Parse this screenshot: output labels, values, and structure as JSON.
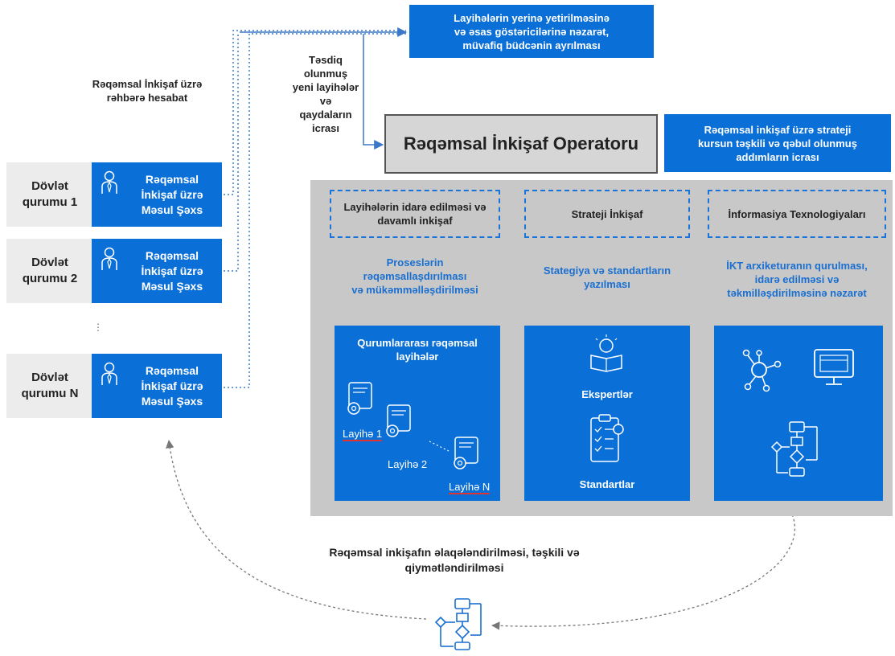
{
  "top_box": {
    "lines": [
      "Layihələrin yerinə yetirilməsinə",
      "və əsas göstəricilərinə nəzarət,",
      "müvafiq büdcənin ayrılması"
    ]
  },
  "report_label": {
    "lines": [
      "Rəqəmsal İnkişaf üzrə",
      "rəhbərə hesabat"
    ]
  },
  "approved_label": {
    "lines": [
      "Təsdiq",
      "olunmuş",
      "yeni layihələr",
      "və",
      "qaydaların",
      "icrası"
    ]
  },
  "operator": {
    "title": "Rəqəmsal İnkişaf Operatoru"
  },
  "strategy_box": {
    "lines": [
      "Rəqəmsal inkişaf üzrə strateji",
      "kursun təşkili və qəbul olunmuş",
      "addımların icrası"
    ]
  },
  "gov_rows": [
    {
      "org": [
        "Dövlət",
        "qurumu 1"
      ],
      "person": [
        "Rəqəmsal",
        "İnkişaf üzrə",
        "Məsul Şəxs"
      ]
    },
    {
      "org": [
        "Dövlət",
        "qurumu 2"
      ],
      "person": [
        "Rəqəmsal",
        "İnkişaf üzrə",
        "Məsul Şəxs"
      ]
    },
    {
      "org": [
        "Dövlət",
        "qurumu N"
      ],
      "person": [
        "Rəqəmsal",
        "İnkişaf üzrə",
        "Məsul Şəxs"
      ]
    }
  ],
  "ellipsis": "⋮",
  "columns": [
    {
      "header": [
        "Layihələrin idarə edilməsi və",
        "davamlı inkişaf"
      ],
      "title": [
        "Proseslərin",
        "rəqəmsallaşdırılması",
        "və mükəmməlləşdirilməsi"
      ],
      "panel_label": [
        "Qurumlararası rəqəmsal",
        "layihələr"
      ],
      "projects": [
        "Layihə 1",
        "Layihə 2",
        "Layihə N"
      ]
    },
    {
      "header": [
        "Strateji İnkişaf"
      ],
      "title": [
        "Stategiya və standartların",
        "yazılması"
      ],
      "experts": "Ekspertlər",
      "standards": "Standartlar"
    },
    {
      "header": [
        "İnformasiya Texnologiyaları"
      ],
      "title": [
        "İKT arxiketuranın qurulması,",
        "idarə edilməsi və",
        "təkmilləşdirilməsinə nəzarət"
      ]
    }
  ],
  "bottom_label": {
    "lines": [
      "Rəqəmsal inkişafın əlaqələndirilməsi, təşkili və",
      "qiymətləndirilməsi"
    ]
  },
  "colors": {
    "blue": "#0a6fd6",
    "grey_area": "#c8c8c8",
    "operator_bg": "#d6d6d6",
    "dashed": "#1a73d9",
    "title_blue": "#1a6fd0"
  },
  "icons": [
    "person-icon",
    "document-gear-icon",
    "book-lightbulb-icon",
    "checklist-icon",
    "network-hub-icon",
    "monitor-icon",
    "flowchart-icon"
  ]
}
